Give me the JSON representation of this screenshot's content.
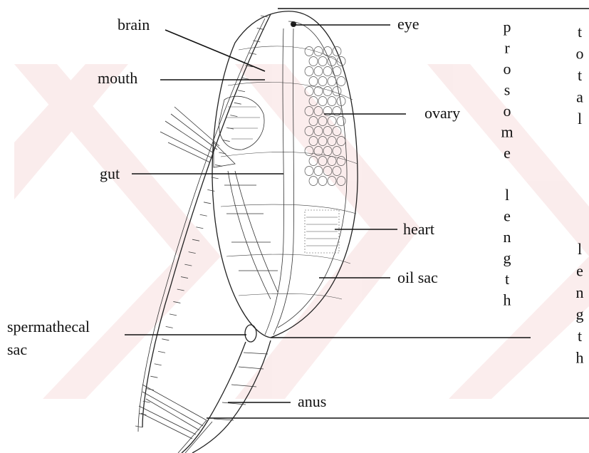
{
  "watermark": {
    "color": "#f7dede"
  },
  "labels": {
    "brain": "brain",
    "mouth": "mouth",
    "gut": "gut",
    "eye": "eye",
    "ovary": "ovary",
    "heart": "heart",
    "oil_sac": "oil sac",
    "spermathecal_line1": "spermathecal",
    "spermathecal_line2": "sac",
    "anus": "anus"
  },
  "measures": {
    "prosome_length": [
      "p",
      "r",
      "o",
      "s",
      "o",
      "m",
      "e",
      "",
      "l",
      "e",
      "n",
      "g",
      "t",
      "h"
    ],
    "total_length": [
      "t",
      "o",
      "t",
      "a",
      "l",
      "",
      "",
      "",
      "",
      "",
      "l",
      "e",
      "n",
      "g",
      "t",
      "h"
    ]
  }
}
